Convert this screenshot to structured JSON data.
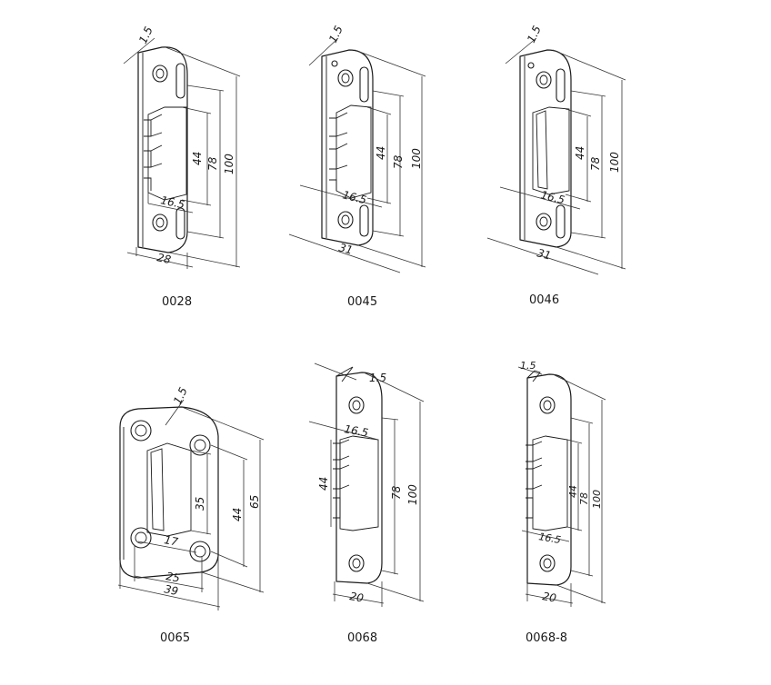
{
  "parts": [
    {
      "label": "0028",
      "thickness": "1.5",
      "width": "28",
      "opening_width": "16.5",
      "dim_44": "44",
      "dim_78": "78",
      "dim_100": "100"
    },
    {
      "label": "0045",
      "thickness": "1.5",
      "width": "31",
      "opening_width": "16.5",
      "dim_44": "44",
      "dim_78": "78",
      "dim_100": "100"
    },
    {
      "label": "0046",
      "thickness": "1.5",
      "width": "31",
      "opening_width": "16.5",
      "dim_44": "44",
      "dim_78": "78",
      "dim_100": "100"
    },
    {
      "label": "0065",
      "thickness": "1.5",
      "width_outer": "39",
      "width_holes": "25",
      "opening_width": "17",
      "dim_35": "35",
      "dim_44": "44",
      "dim_65": "65"
    },
    {
      "label": "0068",
      "thickness": "1.5",
      "width": "20",
      "opening_width": "16.5",
      "dim_44": "44",
      "dim_78": "78",
      "dim_100": "100"
    },
    {
      "label": "0068-8",
      "thickness": "1.5",
      "width": "20",
      "opening_width": "16.5",
      "dim_44": "44",
      "dim_78": "78",
      "dim_100": "100"
    }
  ]
}
